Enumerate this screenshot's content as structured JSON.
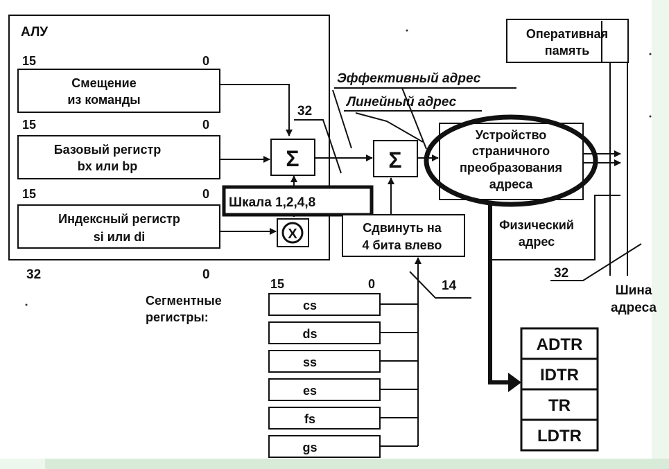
{
  "colors": {
    "page_tint": "#eef7ee",
    "bottom_bar": "#d8ebd8",
    "ink": "#111111"
  },
  "alu": {
    "title": "АЛУ",
    "bits_hi": "15",
    "bits_lo": "0",
    "offset_line1": "Смещение",
    "offset_line2": "из  команды",
    "base_line1": "Базовый регистр",
    "base_line2": "bx или bp",
    "index_line1": "Индексный регистр",
    "index_line2": "si или di",
    "width_hi": "32",
    "width_lo": "0"
  },
  "adders": {
    "sum_symbol": "Σ",
    "multiply_symbol": "X"
  },
  "scale_label": "Шкала 1,2,4,8",
  "bus_width_32": "32",
  "bus_width_14": "14",
  "effective_address": "Эффективный адрес",
  "linear_address": "Линейный адрес",
  "paging_unit": [
    "Устройство",
    "страничного",
    "преобразования",
    "адреса"
  ],
  "physical_address": [
    "Физический",
    "адрес"
  ],
  "shift_box": [
    "Сдвинуть на",
    "4 бита влево"
  ],
  "ram": [
    "Оперативная",
    "память"
  ],
  "address_bus": [
    "Шина",
    "адреса"
  ],
  "segments": {
    "label_line1": "Сегментные",
    "label_line2": "регистры:",
    "bits_hi": "15",
    "bits_lo": "0",
    "names": [
      "cs",
      "ds",
      "ss",
      "es",
      "fs",
      "gs"
    ]
  },
  "system_registers": [
    "ADTR",
    "IDTR",
    "TR",
    "LDTR"
  ]
}
